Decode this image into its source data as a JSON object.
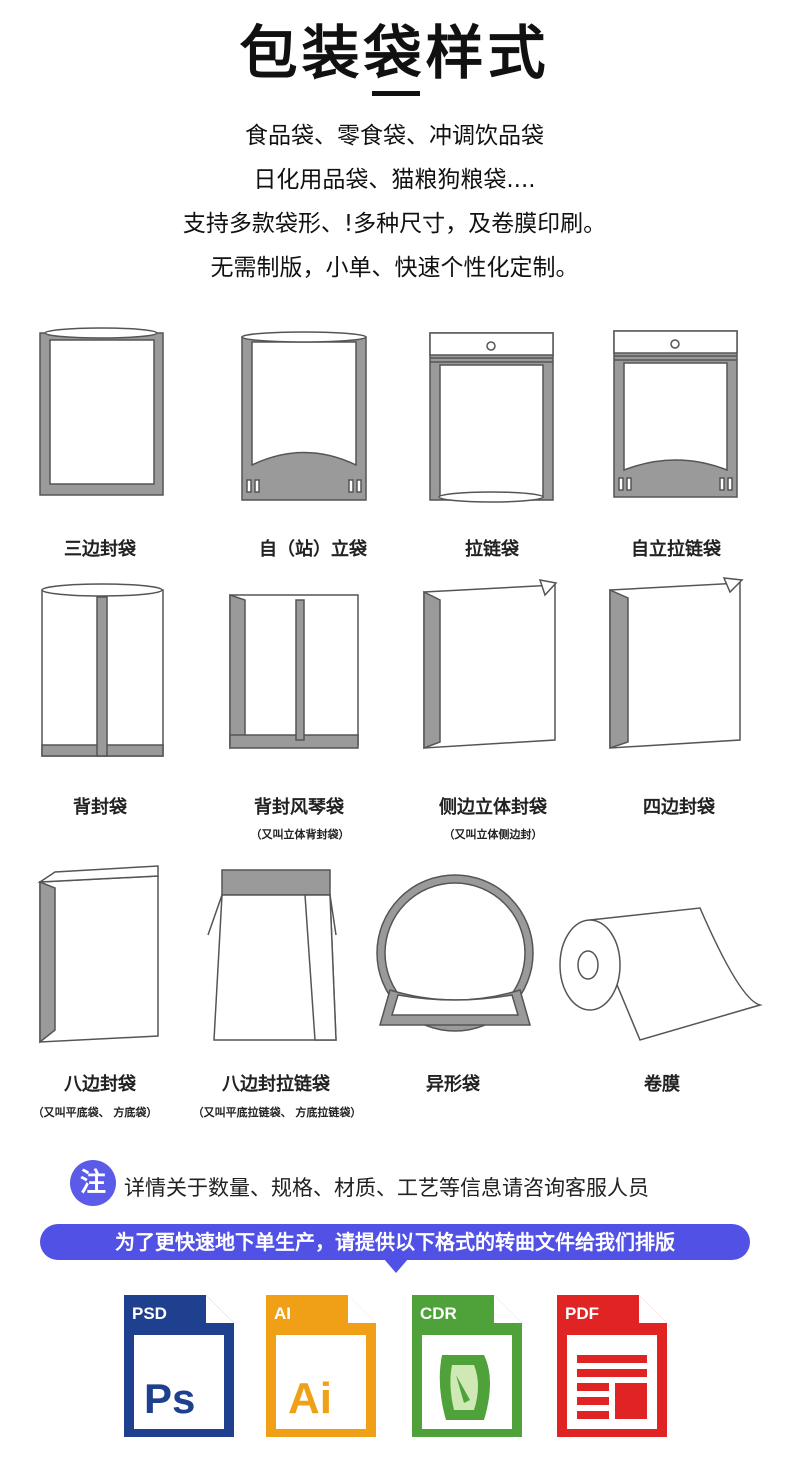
{
  "header": {
    "title": "包装袋样式",
    "intro_lines": [
      "食品袋、零食袋、冲调饮品袋",
      "日化用品袋、猫粮狗粮袋....",
      "支持多款袋形、!多种尺寸，及卷膜印刷。",
      "无需制版，小单、快速个性化定制。"
    ]
  },
  "bag_styles": [
    {
      "label": "三边封袋",
      "note": ""
    },
    {
      "label": "自（站）立袋",
      "note": ""
    },
    {
      "label": "拉链袋",
      "note": ""
    },
    {
      "label": "自立拉链袋",
      "note": ""
    },
    {
      "label": "背封袋",
      "note": ""
    },
    {
      "label": "背封风琴袋",
      "note": "（又叫立体背封袋）"
    },
    {
      "label": "侧边立体封袋",
      "note": "（又叫立体侧边封）"
    },
    {
      "label": "四边封袋",
      "note": ""
    },
    {
      "label": "八边封袋",
      "note": "（又叫平底袋、 方底袋）"
    },
    {
      "label": "八边封拉链袋",
      "note": "（又叫平底拉链袋、 方底拉链袋）"
    },
    {
      "label": "异形袋",
      "note": ""
    },
    {
      "label": "卷膜",
      "note": ""
    }
  ],
  "notice": {
    "badge": "注",
    "text": "详情关于数量、规格、材质、工艺等信息请咨询客服人员",
    "banner": "为了更快速地下单生产，请提供以下格式的转曲文件给我们排版"
  },
  "file_formats": [
    {
      "ext": "PSD",
      "glyph": "Ps",
      "color": "#1f3f8f"
    },
    {
      "ext": "AI",
      "glyph": "Ai",
      "color": "#f0a016"
    },
    {
      "ext": "CDR",
      "glyph": "",
      "color": "#4fa23a"
    },
    {
      "ext": "PDF",
      "glyph": "",
      "color": "#e02424"
    }
  ]
}
